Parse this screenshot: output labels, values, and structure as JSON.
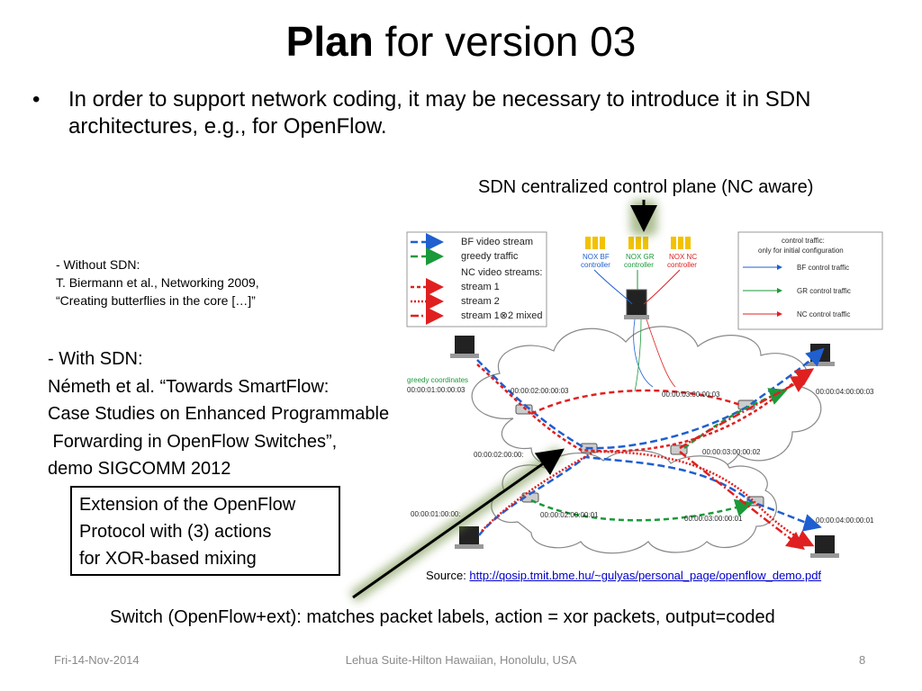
{
  "slide": {
    "title_bold": "Plan",
    "title_rest": " for version 03",
    "bullet": "In order to support network coding, it may be necessary to  introduce it in SDN architectures,  e.g., for OpenFlow.",
    "control_plane_label": "SDN centralized control plane (NC aware)",
    "without_sdn": [
      "- Without SDN:",
      "T. Biermann et al., Networking 2009,",
      "“Creating butterflies in the core […]”"
    ],
    "with_sdn": [
      "- With SDN:",
      "Németh et al. “Towards SmartFlow:",
      "Case Studies on Enhanced Programmable",
      " Forwarding in OpenFlow Switches”,",
      "demo SIGCOMM 2012"
    ],
    "extension_box": [
      "Extension of the OpenFlow",
      "Protocol with (3) actions",
      "for XOR-based mixing"
    ],
    "source_prefix": "Source: ",
    "source_link": "http://qosip.tmit.bme.hu/~gulyas/personal_page/openflow_demo.pdf",
    "switch_caption": "Switch (OpenFlow+ext): matches packet labels, action = xor packets, output=coded"
  },
  "diagram": {
    "legend_left": {
      "bf_video": "BF video stream",
      "greedy": "greedy traffic",
      "nc_header": "NC video streams:",
      "stream1": "stream 1",
      "stream2": "stream 2",
      "mixed": "stream 1⊗2 mixed"
    },
    "controllers": {
      "bf": [
        "NOX BF",
        "controller"
      ],
      "gr": [
        "NOX GR",
        "controller"
      ],
      "nc": [
        "NOX NC",
        "controller"
      ]
    },
    "legend_right": {
      "header": [
        "control traffic:",
        "only for initial configuration"
      ],
      "bf": "BF control traffic",
      "gr": "GR control traffic",
      "nc": "NC control traffic"
    },
    "greedy_coords": "greedy coordinates",
    "addresses": {
      "a1": "00:00:01:00:00:03",
      "a2": "00:00:02:00:00:03",
      "a3": "00:00:03:00:00:03",
      "a4": "00:00:04:00:00:03",
      "a5": "00:00:02:00:00:",
      "a6": "00:00:03:00:00:02",
      "a7": "00:00:01:00:00:",
      "a8": "00:00:02:00:00:01",
      "a9": "00:00:03:00:00:01",
      "a10": "00:00:04:00:00:01"
    },
    "colors": {
      "bf": "#1f5fd0",
      "greedy": "#1a9a3a",
      "nc": "#e02020",
      "arrow": "#000000",
      "glow": "#6a8a3a"
    }
  },
  "footer": {
    "date": "Fri-14-Nov-2014",
    "venue": "Lehua Suite-Hilton Hawaiian, Honolulu, USA",
    "page": "8"
  }
}
